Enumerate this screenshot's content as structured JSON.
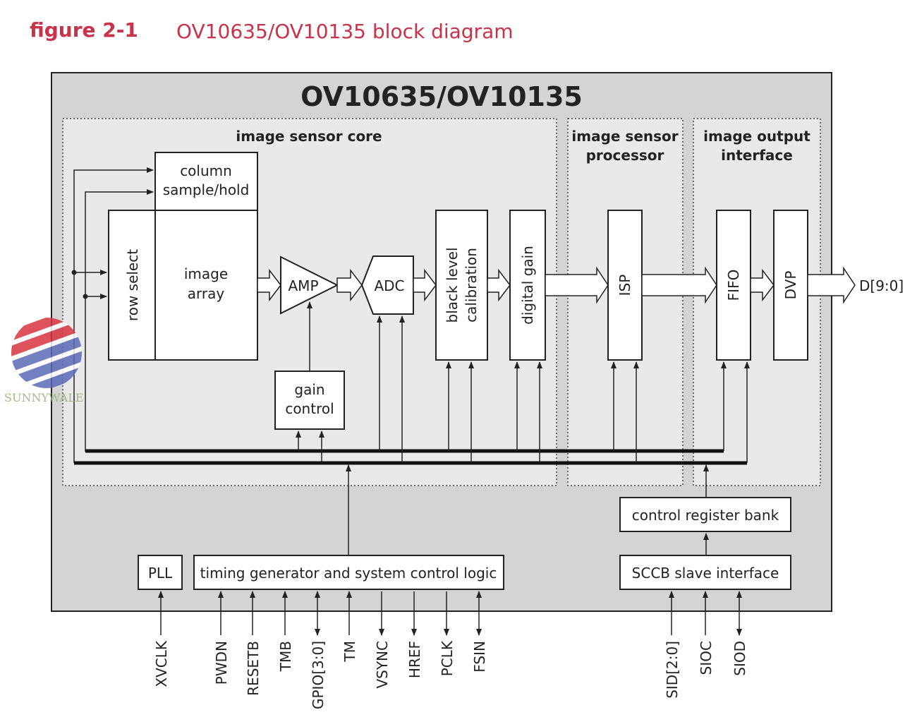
{
  "header": {
    "figure_label": "figure 2-1",
    "figure_title": "OV10635/OV10135 block diagram"
  },
  "chip_title": "OV10635/OV10135",
  "sections": {
    "core": "image sensor core",
    "processor_line1": "image sensor",
    "processor_line2": "processor",
    "output_line1": "image output",
    "output_line2": "interface"
  },
  "blocks": {
    "column_line1": "column",
    "column_line2": "sample/hold",
    "row_select": "row select",
    "image_array_line1": "image",
    "image_array_line2": "array",
    "amp": "AMP",
    "adc": "ADC",
    "gain_line1": "gain",
    "gain_line2": "control",
    "blc_line1": "black level",
    "blc_line2": "calibration",
    "digital_gain": "digital gain",
    "isp": "ISP",
    "fifo": "FIFO",
    "dvp": "DVP",
    "control_register_bank": "control register bank",
    "sccb": "SCCB slave interface",
    "pll": "PLL",
    "timing": "timing generator and system control logic"
  },
  "output_signal": "D[9:0]",
  "pins": [
    "XVCLK",
    "PWDN",
    "RESETB",
    "TMB",
    "GPIO[3:0]",
    "TM",
    "VSYNC",
    "HREF",
    "PCLK",
    "FSIN",
    "SID[2:0]",
    "SIOC",
    "SIOD"
  ],
  "watermark": "SUNNYWALE",
  "colors": {
    "title_red": "#c8334a",
    "chip_fill": "#d4d4d4",
    "section_fill": "#e9e9ea",
    "line": "#222222"
  }
}
